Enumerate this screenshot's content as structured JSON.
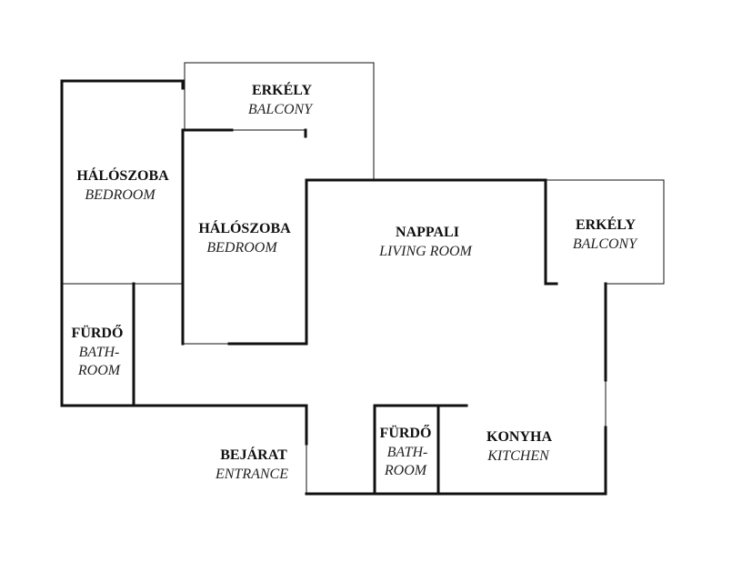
{
  "rooms": {
    "balcony_top": {
      "name": "ERKÉLY",
      "sub": "BALCONY"
    },
    "bedroom_left": {
      "name": "HÁLÓSZOBA",
      "sub": "BEDROOM"
    },
    "bedroom_center": {
      "name": "HÁLÓSZOBA",
      "sub": "BEDROOM"
    },
    "living_room": {
      "name": "NAPPALI",
      "sub": "LIVING ROOM"
    },
    "balcony_right": {
      "name": "ERKÉLY",
      "sub": "BALCONY"
    },
    "bathroom_left": {
      "name": "FÜRDŐ",
      "sub_line1": "BATH-",
      "sub_line2": "ROOM"
    },
    "entrance": {
      "name": "BEJÁRAT",
      "sub": "ENTRANCE"
    },
    "bathroom_center": {
      "name": "FÜRDŐ",
      "sub_line1": "BATH-",
      "sub_line2": "ROOM"
    },
    "kitchen": {
      "name": "KONYHA",
      "sub": "KITCHEN"
    }
  },
  "colors": {
    "wall": "#111111",
    "background": "#ffffff"
  }
}
